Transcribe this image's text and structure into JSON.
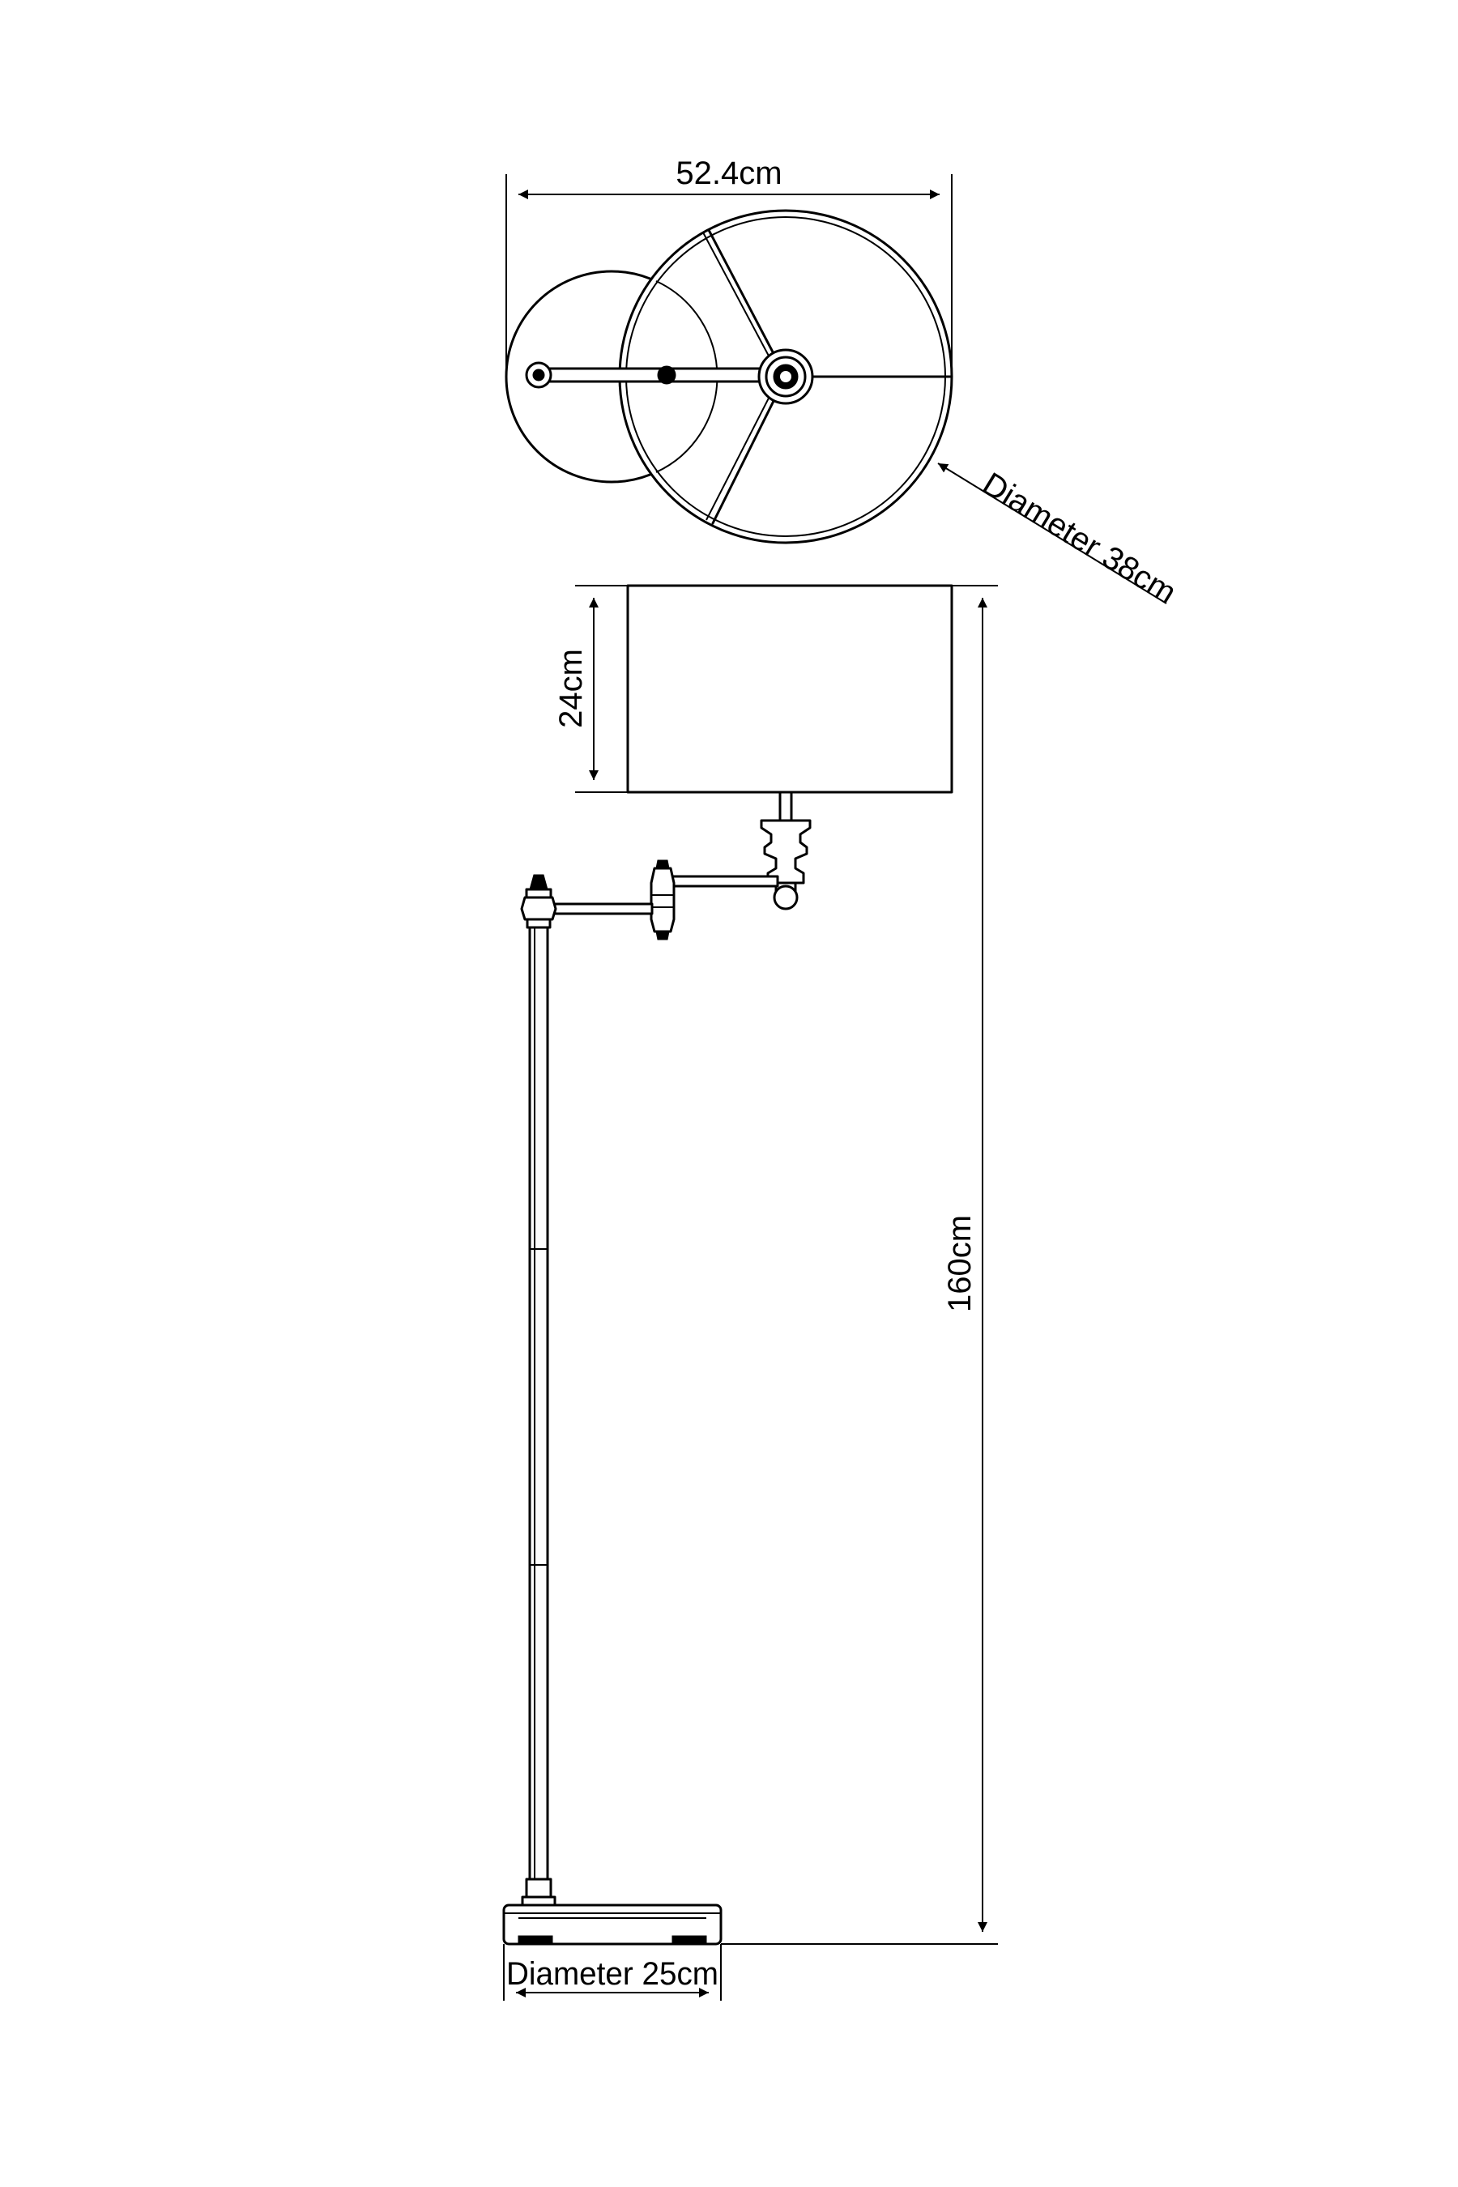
{
  "dimensions": {
    "overall_width": "52.4cm",
    "shade_diameter": "Diameter 38cm",
    "shade_height": "24cm",
    "total_height": "160cm",
    "base_diameter": "Diameter 25cm"
  },
  "colors": {
    "line": "#000000",
    "background": "#ffffff"
  }
}
